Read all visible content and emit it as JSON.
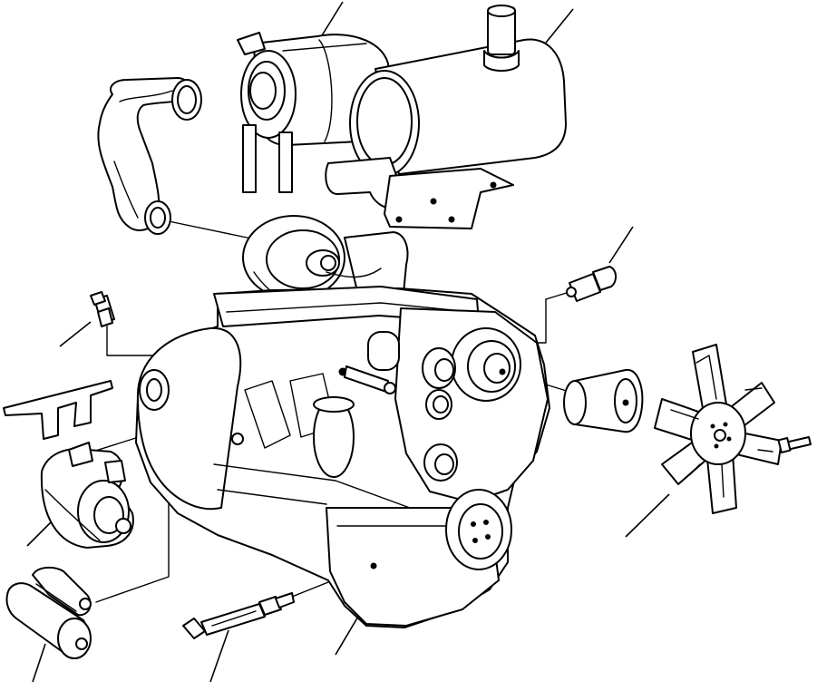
{
  "diagram": {
    "type": "exploded-parts-view",
    "subject": "engine",
    "labels": [],
    "parts": [
      {
        "name": "air-cleaner"
      },
      {
        "name": "muffler"
      },
      {
        "name": "intake-hose"
      },
      {
        "name": "turbocharger"
      },
      {
        "name": "engine-block"
      },
      {
        "name": "crankshaft-pulley"
      },
      {
        "name": "fan-pulley"
      },
      {
        "name": "oil-filter"
      },
      {
        "name": "cooling-fan"
      },
      {
        "name": "fan-bolt"
      },
      {
        "name": "temperature-sender"
      },
      {
        "name": "oil-pressure-switch"
      },
      {
        "name": "bracket-plate"
      },
      {
        "name": "alternator"
      },
      {
        "name": "starter-motor"
      },
      {
        "name": "glow-plug"
      }
    ],
    "leader_count": 8
  }
}
